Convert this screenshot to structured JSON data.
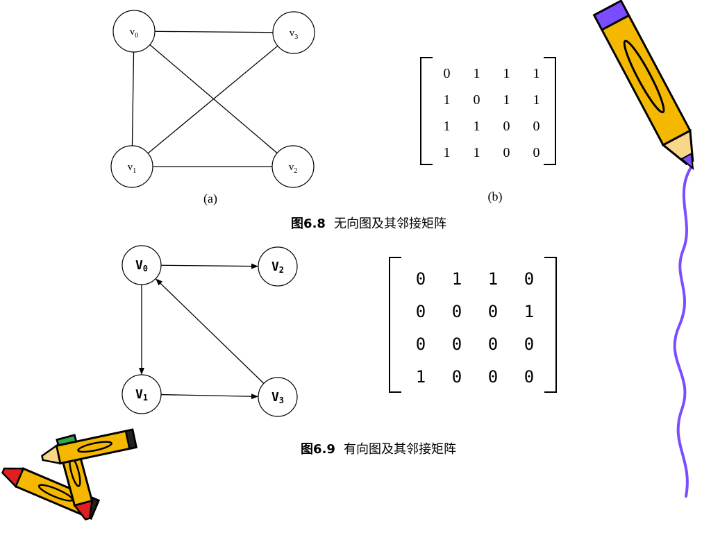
{
  "figure_6_8": {
    "graph": {
      "directed": false,
      "nodes": [
        {
          "letter": "v",
          "sub": "0"
        },
        {
          "letter": "v",
          "sub": "1"
        },
        {
          "letter": "v",
          "sub": "2"
        },
        {
          "letter": "v",
          "sub": "3"
        }
      ],
      "edges": [
        [
          0,
          3
        ],
        [
          0,
          1
        ],
        [
          0,
          2
        ],
        [
          3,
          1
        ],
        [
          1,
          2
        ]
      ],
      "label": "(a)"
    },
    "matrix": {
      "rows": [
        [
          "0",
          "1",
          "1",
          "1"
        ],
        [
          "1",
          "0",
          "1",
          "1"
        ],
        [
          "1",
          "1",
          "0",
          "0"
        ],
        [
          "1",
          "1",
          "0",
          "0"
        ]
      ],
      "label": "(b)"
    },
    "caption": {
      "number": "图6.8",
      "title": "无向图及其邻接矩阵"
    }
  },
  "figure_6_9": {
    "graph": {
      "directed": true,
      "nodes": [
        {
          "letter": "V",
          "sub": "0"
        },
        {
          "letter": "V",
          "sub": "1"
        },
        {
          "letter": "V",
          "sub": "2"
        },
        {
          "letter": "V",
          "sub": "3"
        }
      ],
      "edges": [
        [
          0,
          2
        ],
        [
          0,
          1
        ],
        [
          1,
          3
        ],
        [
          3,
          0
        ]
      ]
    },
    "matrix": {
      "rows": [
        [
          "0",
          "1",
          "1",
          "0"
        ],
        [
          "0",
          "0",
          "0",
          "1"
        ],
        [
          "0",
          "0",
          "0",
          "0"
        ],
        [
          "1",
          "0",
          "0",
          "0"
        ]
      ]
    },
    "caption": {
      "number": "图6.9",
      "title": "有向图及其邻接矩阵"
    }
  },
  "decorations": {
    "pencil_icon": "pencil-clipart",
    "crayons_icon": "crayons-clipart",
    "wave_icon": "wavy-line-decoration",
    "colors": {
      "pencil_body": "#f5b800",
      "accent_purple": "#7b4dff",
      "crayon_red": "#e02020",
      "crayon_green": "#2fa84f"
    }
  }
}
